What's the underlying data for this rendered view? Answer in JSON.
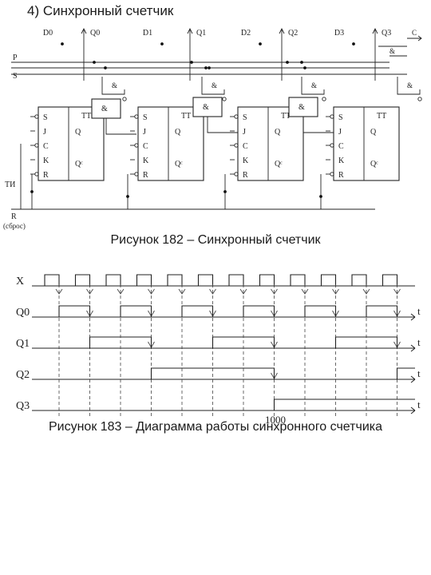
{
  "heading": "4) Синхронный счетчик",
  "circuit": {
    "data_inputs": [
      "D0",
      "D1",
      "D2",
      "D3"
    ],
    "outputs": [
      "Q0",
      "Q1",
      "Q2",
      "Q3"
    ],
    "bus_labels": {
      "p": "P",
      "s": "S"
    },
    "gate_label": "&",
    "carry_label": "C",
    "ff_title": "TT",
    "ff_pins_left": [
      "S",
      "J",
      "C",
      "K",
      "R"
    ],
    "ff_pin_q": "Q",
    "ff_pin_qn": "Qᶜ",
    "clock_label": "ТИ",
    "reset_label": "R",
    "reset_note": "(сброс)"
  },
  "caption1": "Рисунок 182 – Синхронный счетчик",
  "timing": {
    "signals": [
      "X",
      "Q0",
      "Q1",
      "Q2",
      "Q3"
    ],
    "time_label": "t",
    "end_value": "1000",
    "clock_pulses": 12,
    "states": [
      [
        1,
        0,
        0,
        0
      ],
      [
        0,
        1,
        0,
        0
      ],
      [
        1,
        1,
        0,
        0
      ],
      [
        0,
        0,
        1,
        0
      ],
      [
        1,
        0,
        1,
        0
      ],
      [
        0,
        1,
        1,
        0
      ],
      [
        1,
        1,
        1,
        0
      ],
      [
        0,
        0,
        0,
        1
      ],
      [
        1,
        0,
        0,
        1
      ],
      [
        0,
        1,
        0,
        1
      ],
      [
        1,
        1,
        0,
        1
      ],
      [
        0,
        0,
        1,
        1
      ]
    ]
  },
  "caption2": "Рисунок 183 – Диаграмма работы синхронного счетчика"
}
